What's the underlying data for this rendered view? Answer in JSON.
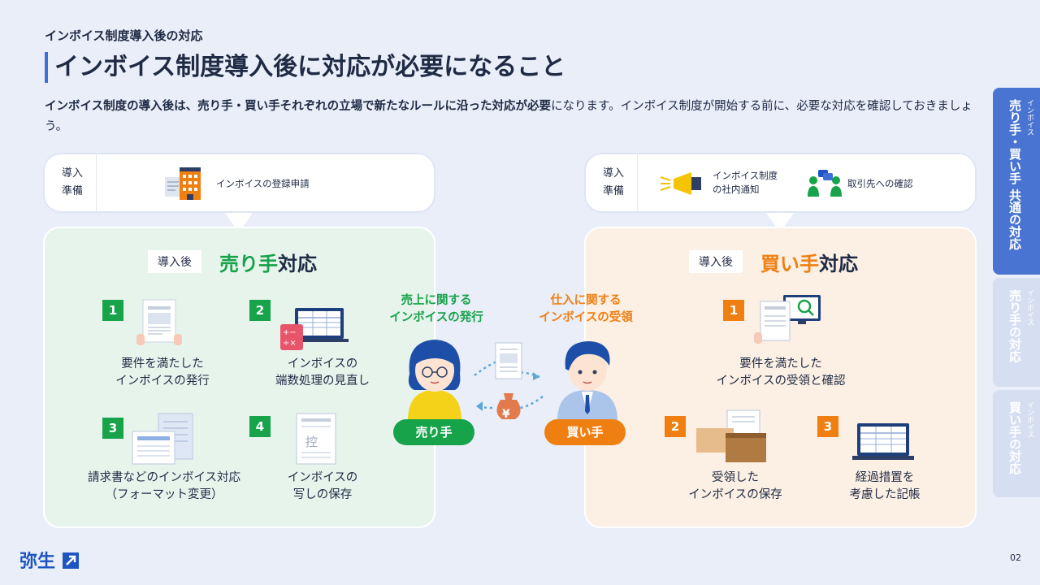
{
  "header": {
    "subtitle": "インボイス制度導入後の対応",
    "title": "インボイス制度導入後に対応が必要になること",
    "intro_bold": "インボイス制度の導入後は、売り手・買い手それぞれの立場で新たなルールに沿った対応が必要",
    "intro_rest": "になります。インボイス制度が開始する前に、必要な対応を確認しておきましょう。"
  },
  "left_prep": {
    "label_line1": "導入",
    "label_line2": "準備",
    "item": "インボイスの登録申請"
  },
  "right_prep": {
    "label_line1": "導入",
    "label_line2": "準備",
    "item1_line1": "インボイス制度",
    "item1_line2": "の社内通知",
    "item2": "取引先への確認"
  },
  "seller_panel": {
    "tag": "導入後",
    "title_colored": "売り手",
    "title_suffix": "対応",
    "items": [
      {
        "num": "1",
        "line1": "要件を満たした",
        "line2": "インボイスの発行"
      },
      {
        "num": "2",
        "line1": "インボイスの",
        "line2": "端数処理の見直し"
      },
      {
        "num": "3",
        "line1": "請求書などのインボイス対応",
        "line2": "（フォーマット変更）"
      },
      {
        "num": "4",
        "line1": "インボイスの",
        "line2": "写しの保存"
      }
    ]
  },
  "buyer_panel": {
    "tag": "導入後",
    "title_colored": "買い手",
    "title_suffix": "対応",
    "items": [
      {
        "num": "1",
        "line1": "要件を満たした",
        "line2": "インボイスの受領と確認"
      },
      {
        "num": "2",
        "line1": "受領した",
        "line2": "インボイスの保存"
      },
      {
        "num": "3",
        "line1": "経過措置を",
        "line2": "考慮した記帳"
      }
    ]
  },
  "flow": {
    "seller_caption_line1": "売上に関する",
    "seller_caption_line2_prefix": "インボイスの",
    "seller_caption_line2_bold": "発行",
    "buyer_caption_line1": "仕入に関する",
    "buyer_caption_line2_prefix": "インボイスの",
    "buyer_caption_line2_bold": "受領",
    "seller_pill": "売り手",
    "buyer_pill": "買い手",
    "yen": "¥"
  },
  "side_tabs": [
    {
      "small": "インボイス",
      "big": "売り手・買い手 共通の対応",
      "active": true
    },
    {
      "small": "インボイス",
      "big": "売り手の対応",
      "active": false
    },
    {
      "small": "インボイス",
      "big": "買い手の対応",
      "active": false
    }
  ],
  "footer": {
    "logo": "弥生",
    "page": "02"
  },
  "colors": {
    "accent_blue": "#3d6fd6",
    "seller_green": "#17a34a",
    "buyer_orange": "#f07f12",
    "seller_panel_bg": "#e7f4ec",
    "buyer_panel_bg": "#fcefe3",
    "active_tab": "#4a74d2"
  }
}
